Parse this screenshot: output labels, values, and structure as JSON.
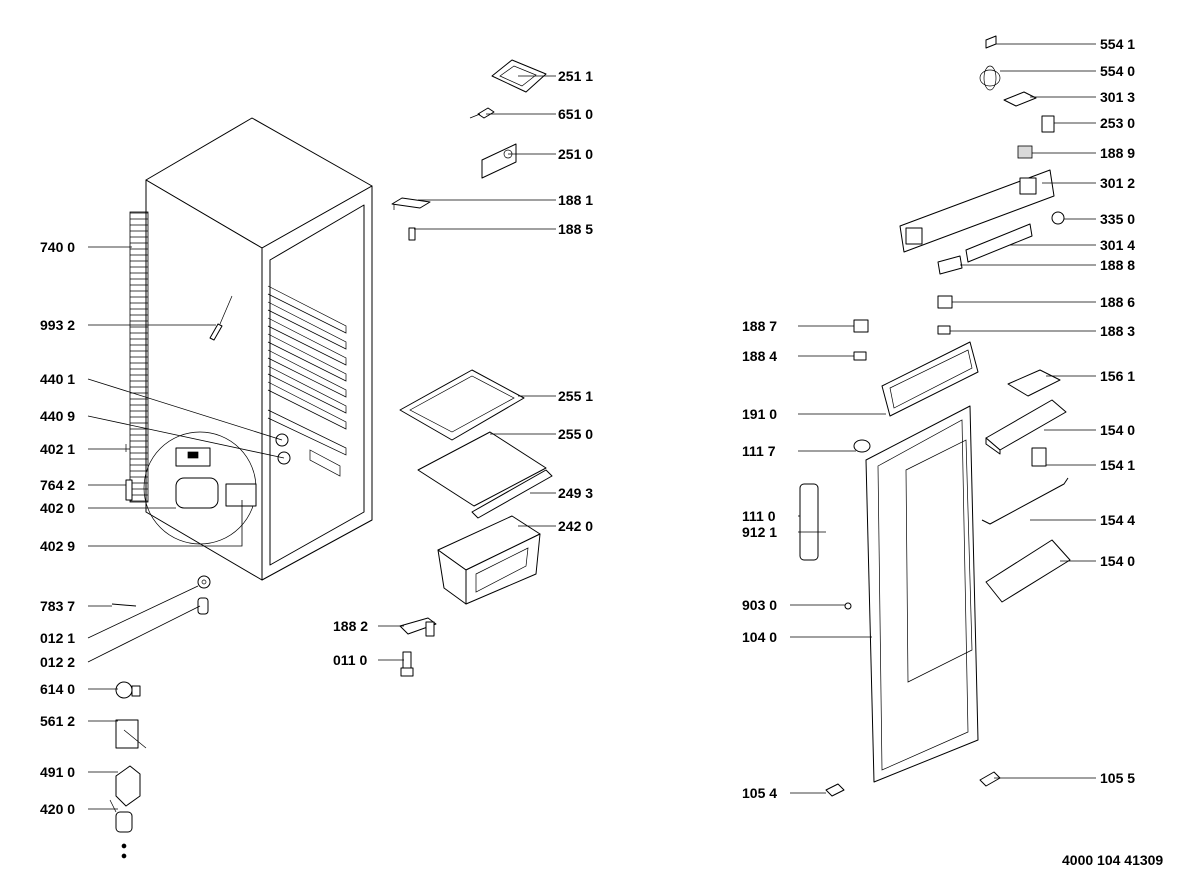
{
  "doc_code": "4000 104 41309",
  "callouts": [
    {
      "id": "c1",
      "text": "251 1"
    },
    {
      "id": "c2",
      "text": "651 0"
    },
    {
      "id": "c3",
      "text": "251 0"
    },
    {
      "id": "c4",
      "text": "188 1"
    },
    {
      "id": "c5",
      "text": "188 5"
    },
    {
      "id": "c6",
      "text": "740 0"
    },
    {
      "id": "c7",
      "text": "993 2"
    },
    {
      "id": "c8",
      "text": "440 1"
    },
    {
      "id": "c9",
      "text": "440 9"
    },
    {
      "id": "c10",
      "text": "402 1"
    },
    {
      "id": "c11",
      "text": "764 2"
    },
    {
      "id": "c12",
      "text": "402 0"
    },
    {
      "id": "c13",
      "text": "402 9"
    },
    {
      "id": "c14",
      "text": "255 1"
    },
    {
      "id": "c15",
      "text": "255 0"
    },
    {
      "id": "c16",
      "text": "249 3"
    },
    {
      "id": "c17",
      "text": "242 0"
    },
    {
      "id": "c18",
      "text": "783 7"
    },
    {
      "id": "c19",
      "text": "012 1"
    },
    {
      "id": "c20",
      "text": "012 2"
    },
    {
      "id": "c21",
      "text": "188 2"
    },
    {
      "id": "c22",
      "text": "011 0"
    },
    {
      "id": "c23",
      "text": "614 0"
    },
    {
      "id": "c24",
      "text": "561 2"
    },
    {
      "id": "c25",
      "text": "491 0"
    },
    {
      "id": "c26",
      "text": "420 0"
    },
    {
      "id": "c27",
      "text": "554 1"
    },
    {
      "id": "c28",
      "text": "554 0"
    },
    {
      "id": "c29",
      "text": "301 3"
    },
    {
      "id": "c30",
      "text": "253 0"
    },
    {
      "id": "c31",
      "text": "188 9"
    },
    {
      "id": "c32",
      "text": "301 2"
    },
    {
      "id": "c33",
      "text": "335 0"
    },
    {
      "id": "c34",
      "text": "301 4"
    },
    {
      "id": "c35",
      "text": "188 8"
    },
    {
      "id": "c36",
      "text": "188 6"
    },
    {
      "id": "c37",
      "text": "188 7"
    },
    {
      "id": "c38",
      "text": "188 3"
    },
    {
      "id": "c39",
      "text": "188 4"
    },
    {
      "id": "c40",
      "text": "156 1"
    },
    {
      "id": "c41",
      "text": "191 0"
    },
    {
      "id": "c42",
      "text": "154 0"
    },
    {
      "id": "c43",
      "text": "111 7"
    },
    {
      "id": "c44",
      "text": "154 1"
    },
    {
      "id": "c45",
      "text": "111 0"
    },
    {
      "id": "c46",
      "text": "912 1"
    },
    {
      "id": "c47",
      "text": "154 4"
    },
    {
      "id": "c48",
      "text": "154 0"
    },
    {
      "id": "c49",
      "text": "903 0"
    },
    {
      "id": "c50",
      "text": "104 0"
    },
    {
      "id": "c51",
      "text": "105 4"
    },
    {
      "id": "c52",
      "text": "105 5"
    }
  ]
}
